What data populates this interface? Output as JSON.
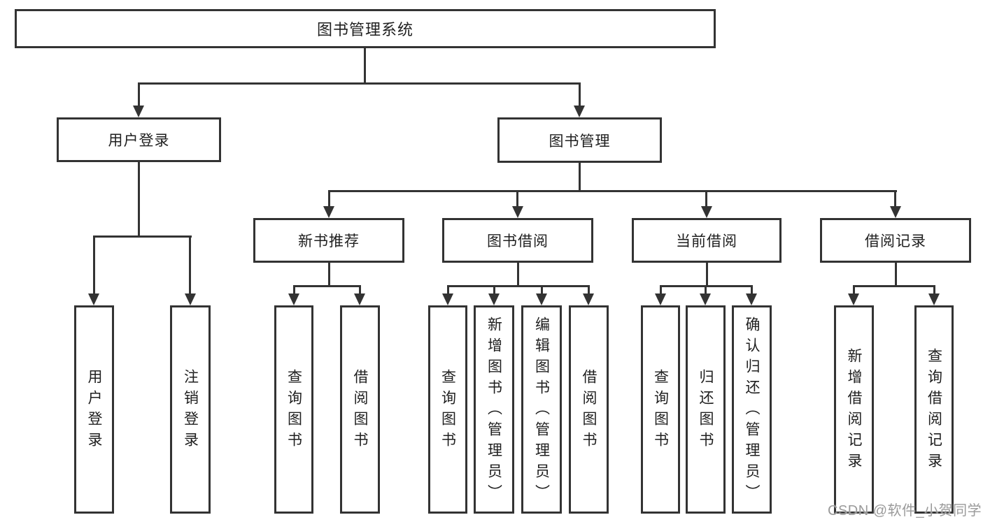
{
  "diagram": {
    "root": {
      "label": "图书管理系统"
    },
    "level2": {
      "user_login": {
        "label": "用户登录"
      },
      "book_mgmt": {
        "label": "图书管理"
      }
    },
    "level3": {
      "new_book": {
        "label": "新书推荐"
      },
      "borrow": {
        "label": "图书借阅"
      },
      "current": {
        "label": "当前借阅"
      },
      "record": {
        "label": "借阅记录"
      }
    },
    "leaves": {
      "user_login_1": {
        "label": "用户登录"
      },
      "user_login_2": {
        "label": "注销登录"
      },
      "new_book_1": {
        "label": "查询图书"
      },
      "new_book_2": {
        "label": "借阅图书"
      },
      "borrow_1": {
        "label": "查询图书"
      },
      "borrow_2": {
        "label": "新增图书（管理员）"
      },
      "borrow_3": {
        "label": "编辑图书（管理员）"
      },
      "borrow_4": {
        "label": "借阅图书"
      },
      "current_1": {
        "label": "查询图书"
      },
      "current_2": {
        "label": "归还图书"
      },
      "current_3": {
        "label": "确认归还（管理员）"
      },
      "record_1": {
        "label": "新增借阅记录"
      },
      "record_2": {
        "label": "查询借阅记录"
      }
    }
  },
  "watermark": {
    "text": "CSDN @软件_小贺同学"
  }
}
